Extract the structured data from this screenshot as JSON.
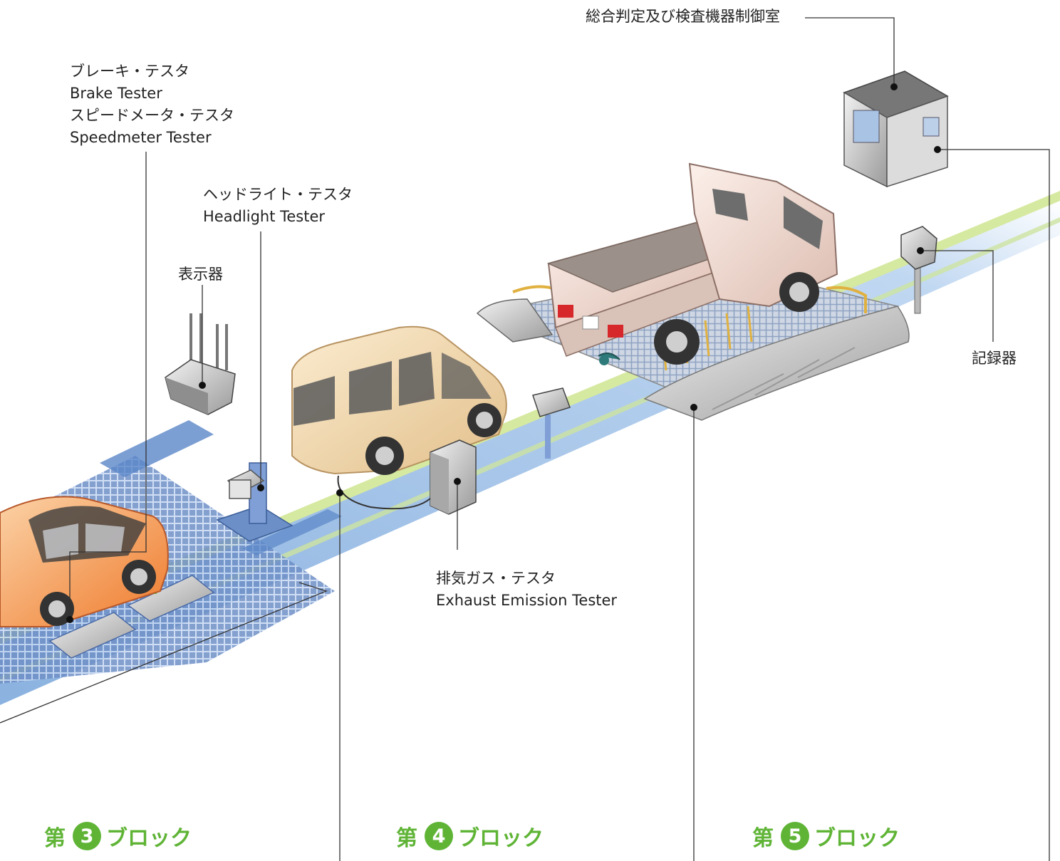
{
  "labels": {
    "control_room": "総合判定及び検査機器制御室",
    "brake_tester_ja": "ブレーキ・テスタ",
    "brake_tester_en": "Brake Tester",
    "speedometer_tester_ja": "スピードメータ・テスタ",
    "speedometer_tester_en": "Speedmeter Tester",
    "headlight_tester_ja": "ヘッドライト・テスタ",
    "headlight_tester_en": "Headlight Tester",
    "display": "表示器",
    "exhaust_tester_ja": "排気ガス・テスタ",
    "exhaust_tester_en": "Exhaust Emission Tester",
    "recorder": "記録器"
  },
  "blocks": [
    {
      "prefix": "第",
      "number": "3",
      "suffix": "ブロック"
    },
    {
      "prefix": "第",
      "number": "4",
      "suffix": "ブロック"
    },
    {
      "prefix": "第",
      "number": "5",
      "suffix": "ブロック"
    }
  ],
  "colors": {
    "block_green": "#5fb436",
    "lane_blue": "#9bbfe6",
    "lane_stripe": "#d6e9a0",
    "grid_plate": "#7f9fd0",
    "hatchback_orange": "#f28a3c",
    "van_beige": "#f0d6a8",
    "truck_pink": "#f5ddd4",
    "leader_line": "#333333"
  }
}
